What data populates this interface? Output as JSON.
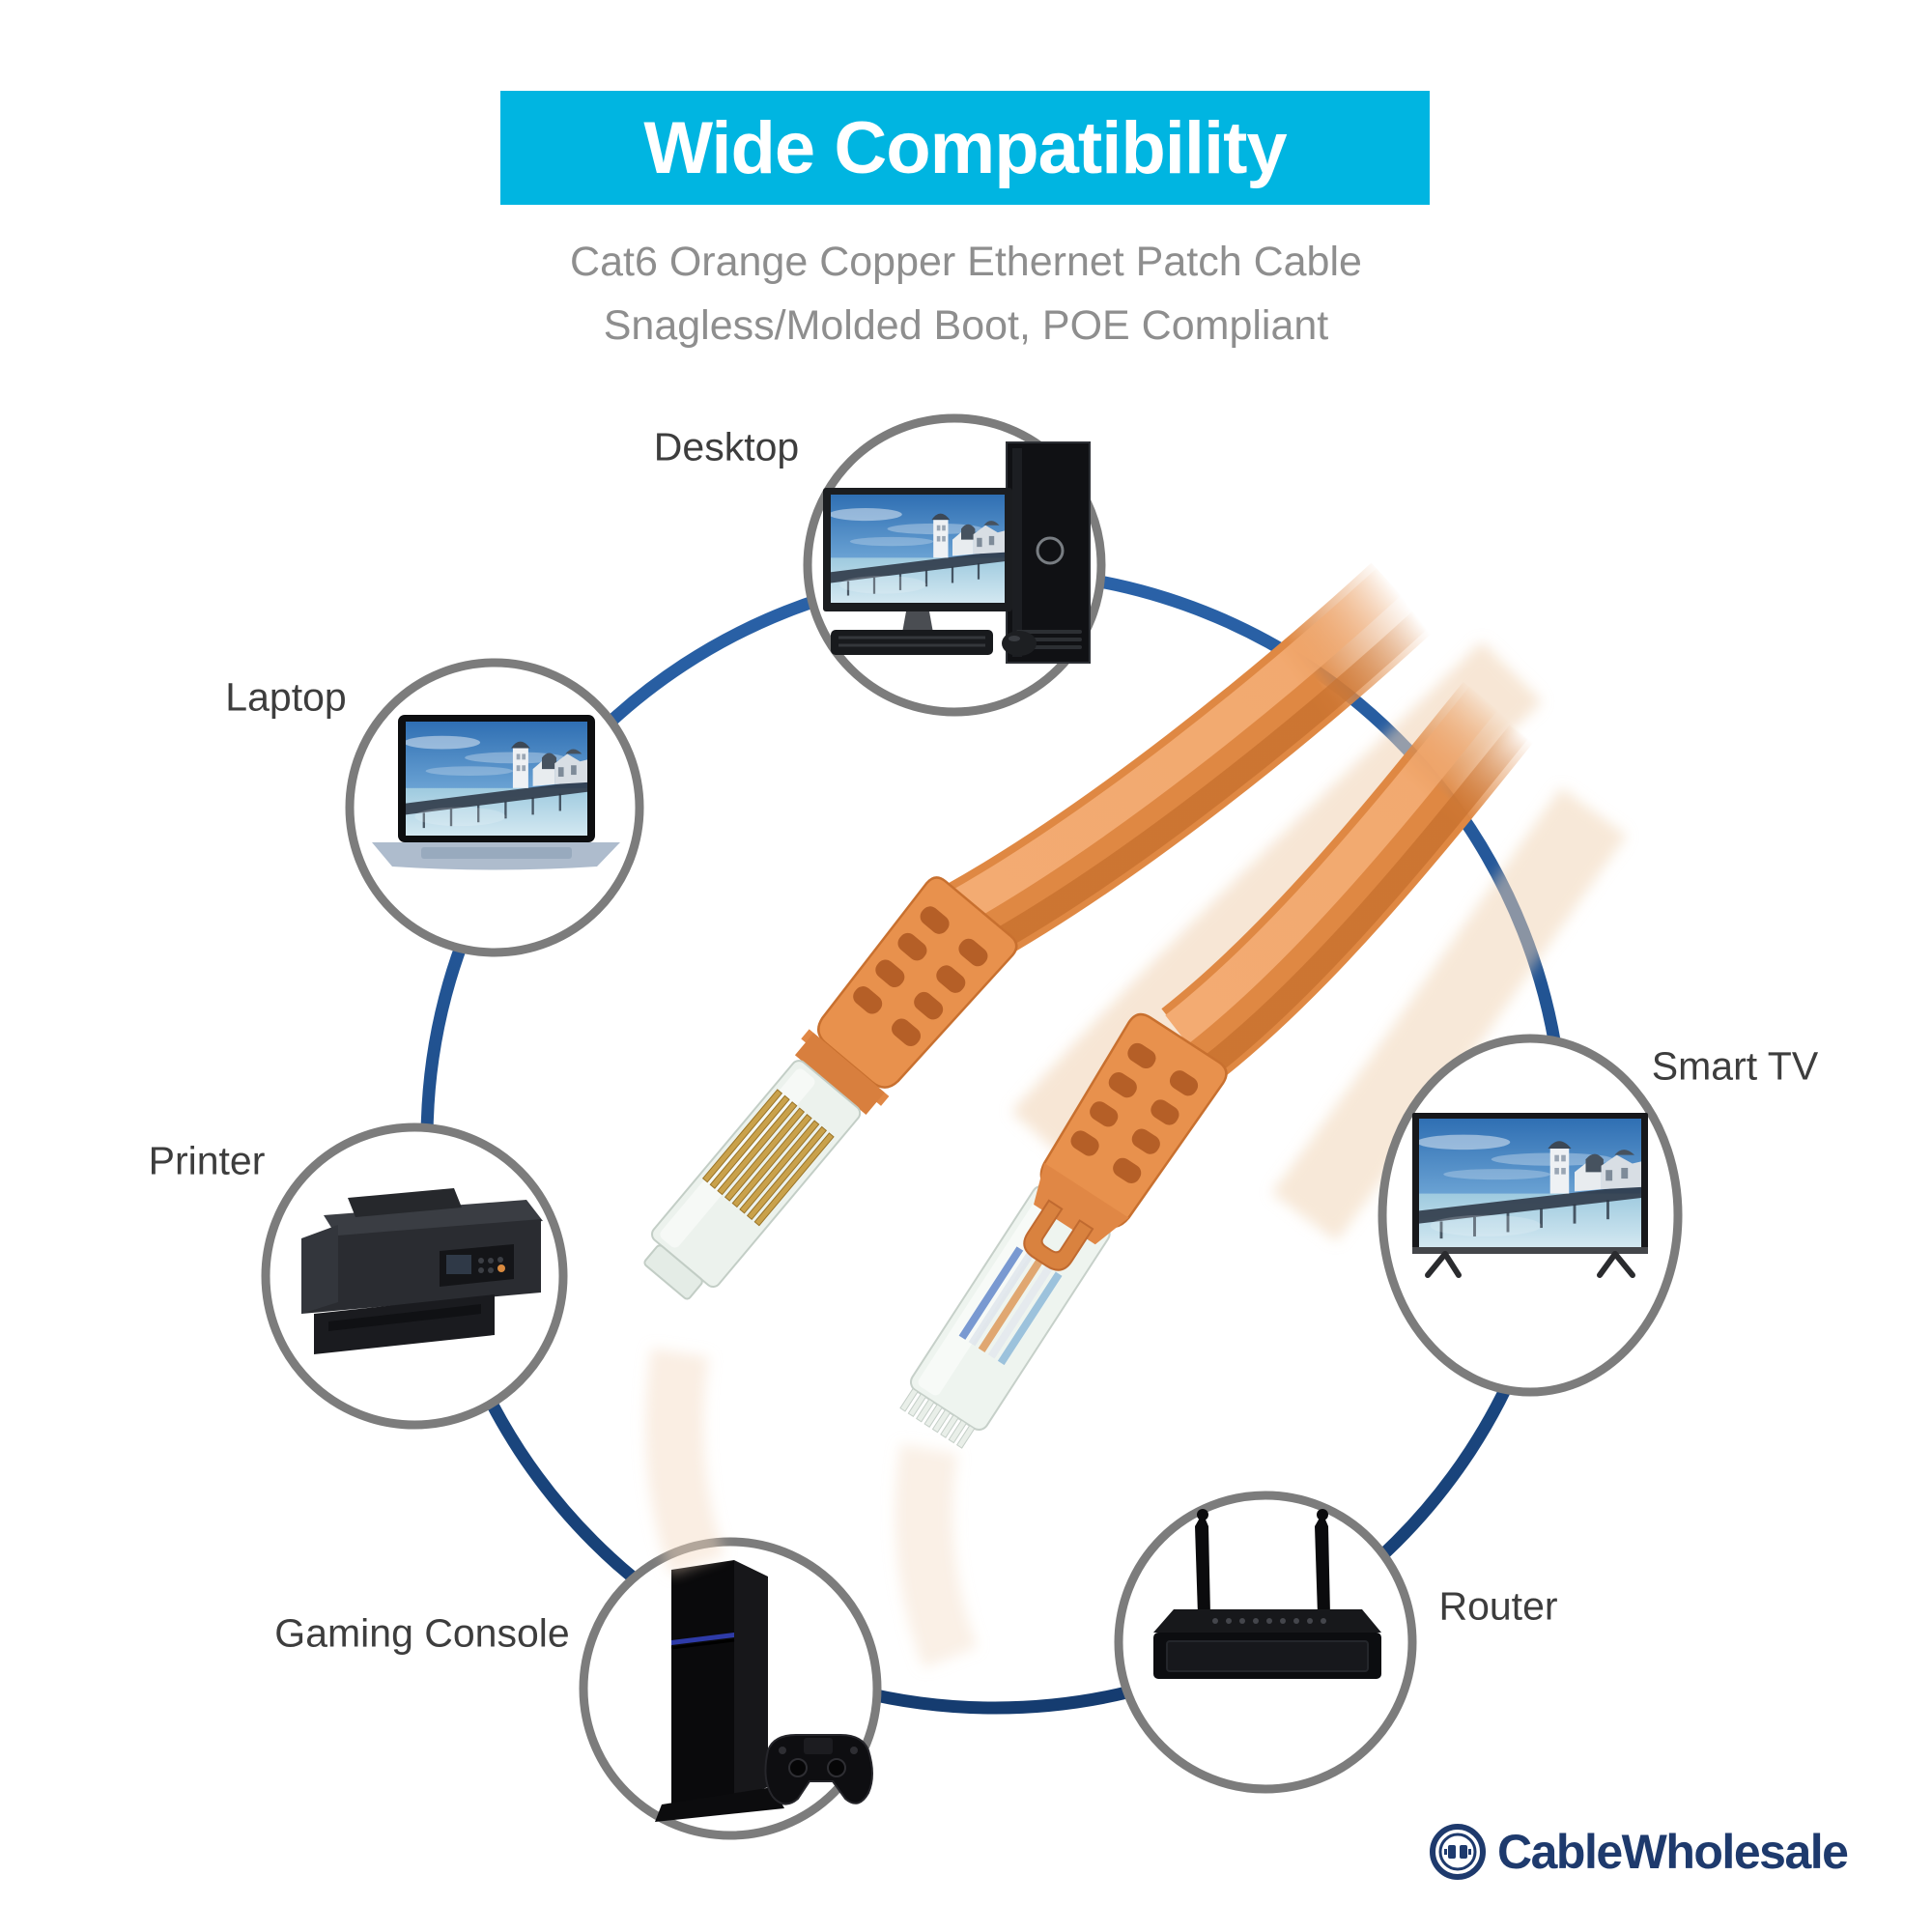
{
  "banner": {
    "title": "Wide Compatibility",
    "background_color": "#00b5e1",
    "text_color": "#ffffff"
  },
  "subtitle": {
    "line1": "Cat6 Orange Copper Ethernet Patch Cable",
    "line2": "Snagless/Molded Boot, POE Compliant",
    "color": "#8e8e8e"
  },
  "devices": [
    {
      "id": "desktop",
      "label": "Desktop"
    },
    {
      "id": "laptop",
      "label": "Laptop"
    },
    {
      "id": "printer",
      "label": "Printer"
    },
    {
      "id": "gaming-console",
      "label": "Gaming Console"
    },
    {
      "id": "router",
      "label": "Router"
    },
    {
      "id": "smart-tv",
      "label": "Smart TV"
    }
  ],
  "logo": {
    "brand": "CableWholesale",
    "color": "#1e3a6d"
  },
  "colors": {
    "cable_orange": "#e8914d",
    "cable_shadow": "#c8702f",
    "connector_clear": "#ecf2ed",
    "pin_gold": "#c9a14b",
    "ring_navy": "#1d4d8d",
    "circle_gray": "#7c7c7c",
    "label_gray": "#3d3d3d"
  }
}
